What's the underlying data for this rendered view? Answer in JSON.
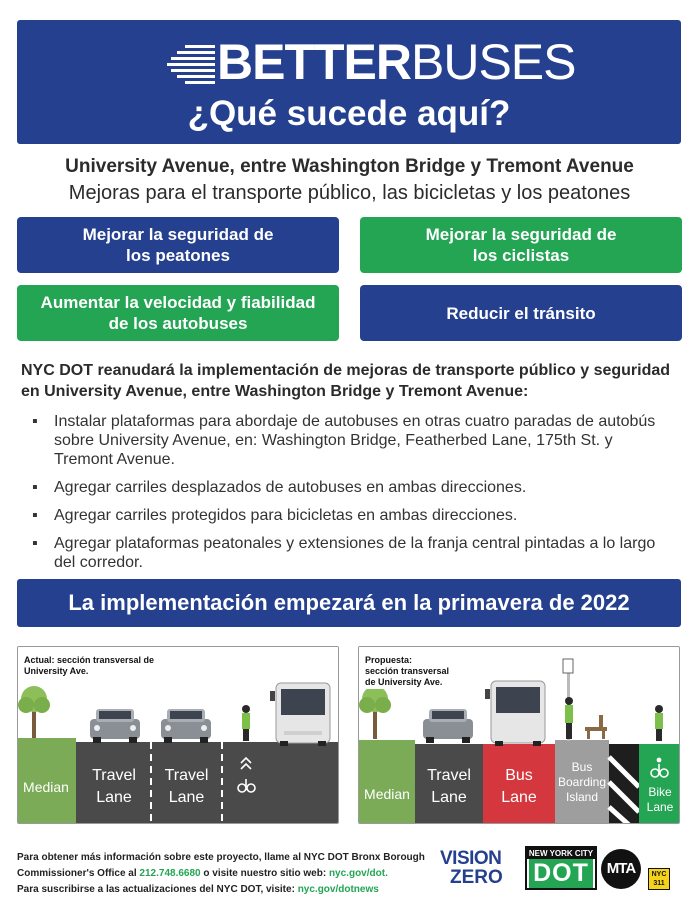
{
  "banner": {
    "logo_bold": "BETTER",
    "logo_light": "BUSES",
    "title": "¿Qué sucede aquí?"
  },
  "subtitle": "University Avenue, entre Washington Bridge y Tremont Avenue",
  "subtitle2": "Mejoras para el transporte público, las bicicletas y los peatones",
  "goals": [
    {
      "line1": "Mejorar la seguridad de",
      "line2": "los peatones",
      "color": "#25408f"
    },
    {
      "line1": "Mejorar la seguridad de",
      "line2": "los ciclistas",
      "color": "#23a554"
    },
    {
      "line1": "Aumentar la velocidad y fiabilidad",
      "line2": "de los autobuses",
      "color": "#23a554"
    },
    {
      "line1": "Reducir el tránsito",
      "line2": "",
      "color": "#25408f"
    }
  ],
  "intro": "NYC DOT reanudará la implementación de mejoras de transporte público y seguridad en University Avenue, entre Washington Bridge y Tremont Avenue:",
  "bullets": [
    "Instalar plataformas para abordaje de autobuses en otras cuatro paradas de autobús sobre University Avenue, en: Washington Bridge, Featherbed Lane, 175th St. y Tremont Avenue.",
    "Agregar carriles desplazados de autobuses en ambas direcciones.",
    "Agregar carriles protegidos para bicicletas en ambas direcciones.",
    "Agregar plataformas peatonales y extensiones de la franja central pintadas a lo largo del corredor."
  ],
  "bullet_symbol": "▪",
  "implementation": "La implementación empezará en la primavera de 2022",
  "current": {
    "caption_line1": "Actual: sección transversal de",
    "caption_line2": "University Ave.",
    "median": "Median",
    "travel1_a": "Travel",
    "travel1_b": "Lane",
    "travel2_a": "Travel",
    "travel2_b": "Lane"
  },
  "proposed": {
    "caption_line1": "Propuesta:",
    "caption_line2": "sección transversal",
    "caption_line3": "de University Ave.",
    "median": "Median",
    "travel_a": "Travel",
    "travel_b": "Lane",
    "bus_a": "Bus",
    "bus_b": "Lane",
    "island_a": "Bus",
    "island_b": "Boarding",
    "island_c": "Island",
    "bike_a": "Bike",
    "bike_b": "Lane"
  },
  "footer": {
    "line1": "Para obtener más información sobre este proyecto, llame al NYC DOT Bronx Borough",
    "line2_a": "Commissioner's Office al ",
    "phone": "212.748.6680",
    "line2_b": " o visite nuestro sitio web: ",
    "site1": "nyc.gov/dot.",
    "line3_a": "Para suscribirse a las actualizaciones del NYC DOT, visite: ",
    "site2": "nyc.gov/dotnews"
  },
  "logos": {
    "vision": "VISION",
    "zero": "ZERO",
    "nyc": "NEW YORK CITY",
    "dot": "DOT",
    "mta": "MTA",
    "nyc311_a": "NYC",
    "nyc311_b": "311"
  },
  "colors": {
    "blue": "#25408f",
    "green": "#23a554",
    "red": "#d4373d",
    "road": "#4a4a4a",
    "median": "#7bab57"
  }
}
